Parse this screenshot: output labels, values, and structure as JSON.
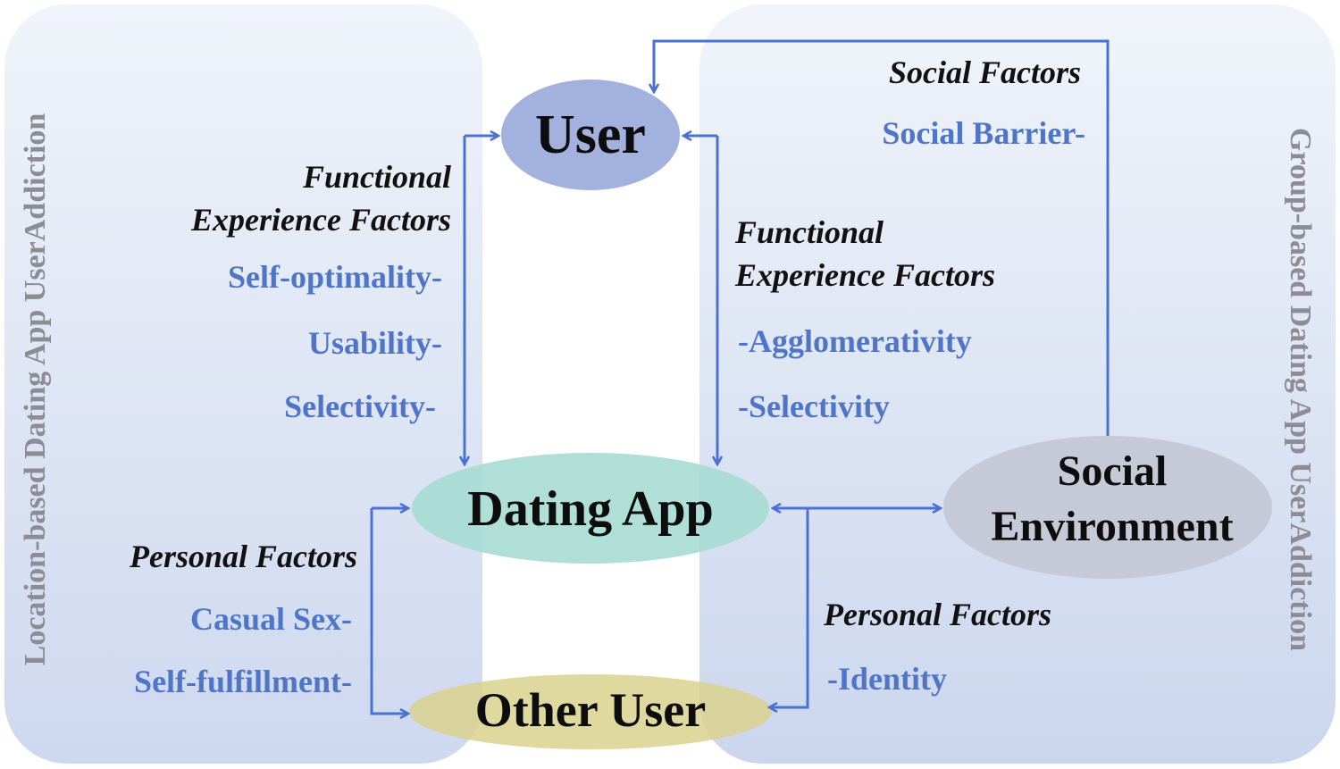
{
  "nodes": {
    "user": "User",
    "dating_app": "Dating App",
    "other_user": "Other User",
    "social_environment_line1": "Social",
    "social_environment_line2": "Environment"
  },
  "side_labels": {
    "left": "Location-based Dating App UserAddiction",
    "right": "Group-based Dating App UserAddiction"
  },
  "left_functional": {
    "heading_line1": "Functional",
    "heading_line2": "Experience Factors",
    "items": [
      "Self-optimality-",
      "Usability-",
      "Selectivity-"
    ]
  },
  "left_personal": {
    "heading": "Personal Factors",
    "items": [
      "Casual Sex-",
      "Self-fulfillment-"
    ]
  },
  "right_social": {
    "heading": "Social Factors",
    "items": [
      "Social Barrier-"
    ]
  },
  "right_functional": {
    "heading_line1": "Functional",
    "heading_line2": "Experience Factors",
    "items": [
      "-Agglomerativity",
      "-Selectivity"
    ]
  },
  "right_personal": {
    "heading": "Personal Factors",
    "items": [
      "-Identity"
    ]
  },
  "colors": {
    "arrow": "#4a72d0",
    "factor_text": "#4f75c9",
    "user_node": "#8f9fd6",
    "dating_app_node": "#9ed6d0",
    "other_user_node": "#d6cf8c",
    "social_node": "#c2c6d6",
    "panel": "#c7d2ec"
  }
}
